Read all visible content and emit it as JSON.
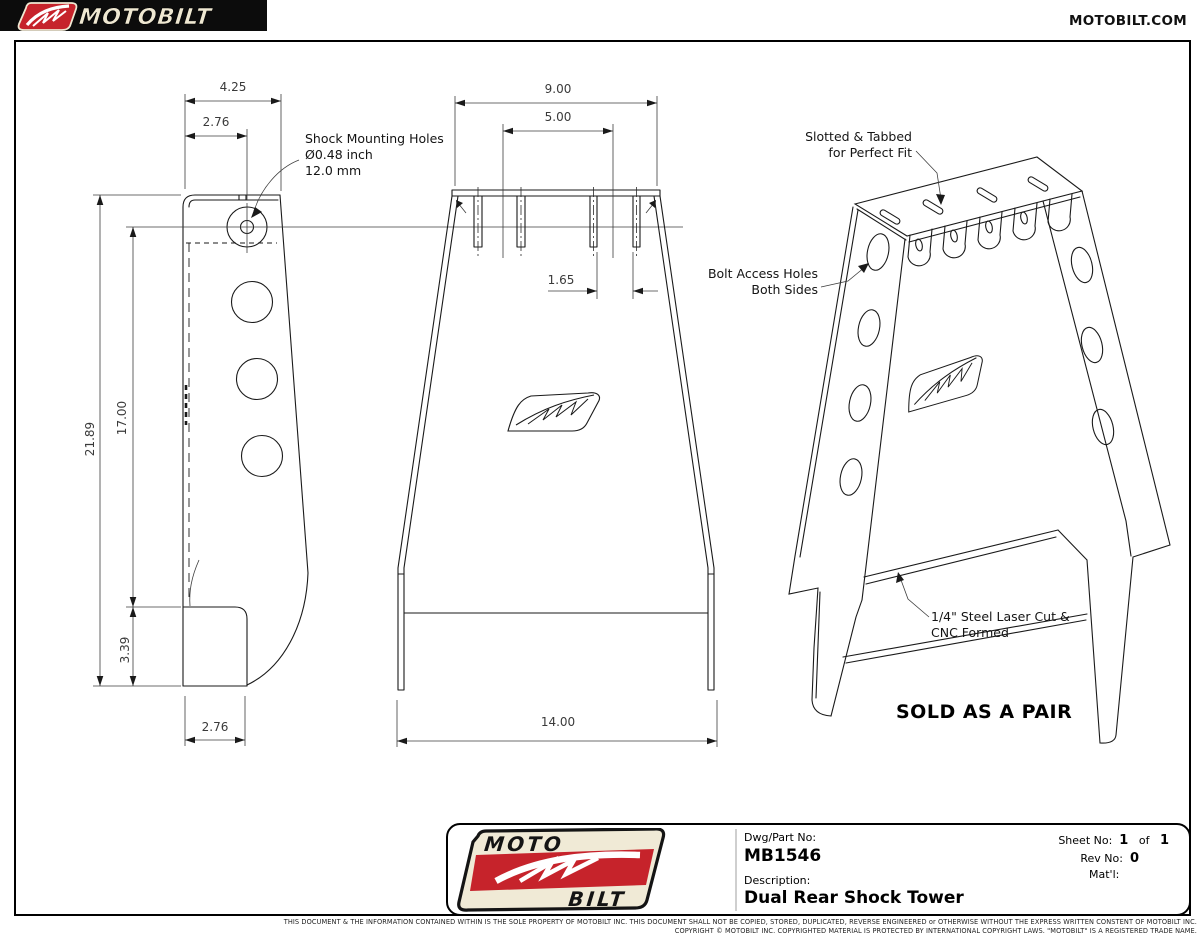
{
  "header": {
    "logo_text": "MOTOBILT",
    "website": "MOTOBILT.COM"
  },
  "views": {
    "side": {
      "dim_width_top": "4.25",
      "dim_hole_offset": "2.76",
      "dim_total_height": "21.89",
      "dim_hole_height": "17.00",
      "dim_foot_height": "3.39",
      "dim_foot_width": "2.76",
      "callout_shock_line1": "Shock Mounting Holes",
      "callout_shock_line2": "Ø0.48 inch",
      "callout_shock_line3": "12.0 mm"
    },
    "front": {
      "dim_top_width": "9.00",
      "dim_slot_span": "5.00",
      "dim_slot_pitch": "1.65",
      "dim_base_width": "14.00"
    },
    "iso": {
      "callout_slotted_line1": "Slotted & Tabbed",
      "callout_slotted_line2": "for Perfect Fit",
      "callout_bolt_line1": "Bolt Access Holes",
      "callout_bolt_line2": "Both Sides",
      "callout_material_line1": "1/4\" Steel Laser Cut &",
      "callout_material_line2": "CNC Formed",
      "sold_note": "SOLD AS A PAIR"
    }
  },
  "title_block": {
    "logo_top": "MOTO",
    "logo_bottom": "BILT",
    "dwg_label": "Dwg/Part No:",
    "part_no": "MB1546",
    "desc_label": "Description:",
    "description": "Dual Rear Shock Tower",
    "sheet_label": "Sheet No:",
    "sheet_no": "1",
    "of_label": "of",
    "sheet_total": "1",
    "rev_label": "Rev No:",
    "rev_no": "0",
    "matl_label": "Mat'l:"
  },
  "footer": {
    "line1": "THIS DOCUMENT & THE INFORMATION CONTAINED WITHIN IS THE SOLE PROPERTY OF MOTOBILT INC.  THIS DOCUMENT SHALL NOT BE COPIED, STORED, DUPLICATED, REVERSE ENGINEERED or OTHERWISE WITHOUT THE EXPRESS WRITTEN CONSTENT OF MOTOBILT INC.",
    "line2": "COPYRIGHT © MOTOBILT INC.  COPYRIGHTED MATERIAL IS PROTECTED BY INTERNATIONAL COPYRIGHT LAWS.  \"MOTOBILT\" IS A REGISTERED TRADE NAME."
  },
  "colors": {
    "brand_red": "#c6232b",
    "cream": "#f0ead6",
    "line": "#1a1a1a"
  }
}
